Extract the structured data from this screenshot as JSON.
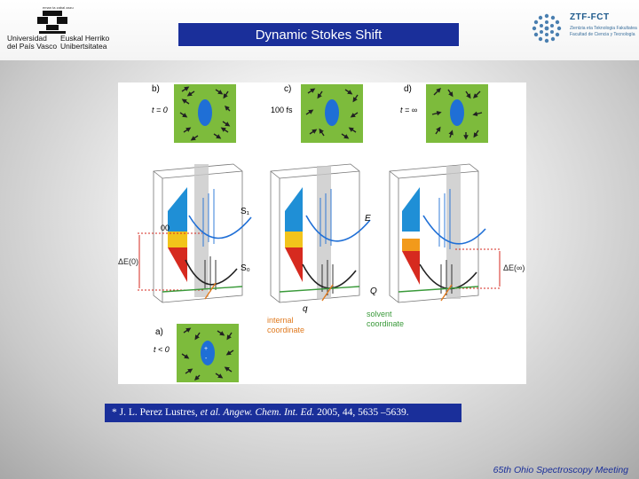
{
  "header": {
    "upv_logo": {
      "small_label": "eman ta zabal zazu",
      "line1_left": "Universidad",
      "line2_left": "del País Vasco",
      "line1_right": "Euskal Herriko",
      "line2_right": "Unibertsitatea"
    },
    "ztf_logo": {
      "title": "ZTF-FCT",
      "line1": "Zientzia eta Teknologia Fakultatea",
      "line2": "Facultad de Ciencia y Tecnología"
    }
  },
  "slide": {
    "title": "Dynamic Stokes Shift",
    "caption": {
      "prefix": "* J. L. Perez Lustres, ",
      "italic": "et al. Angew. Chem. Int. Ed.",
      "suffix": " 2005, 44, 5635 –5639."
    },
    "footer": "65th Ohio Spectroscopy Meeting"
  },
  "figure": {
    "panel_b_label": "b)",
    "panel_b_time": "t = 0",
    "panel_c_label": "c)",
    "panel_c_time": "100 fs",
    "panel_d_label": "d)",
    "panel_d_time": "t = ∞",
    "panel_a_label": "a)",
    "panel_a_time": "t < 0",
    "s1_label": "S₁",
    "s0_label": "S₀",
    "zero_zero_label": "00",
    "delta_e0_label": "ΔE(0)",
    "delta_einf_label": "ΔE(∞)",
    "e_axis_label": "E",
    "q_small_label": "q",
    "q_big_label": "Q",
    "internal_coordinate_1": "internal",
    "internal_coordinate_2": "coordinate",
    "solvent_coordinate_1": "solvent",
    "solvent_coordinate_2": "coordinate"
  },
  "colors": {
    "title_bg": "#1a2f9a",
    "caption_bg": "#1a2f9a",
    "footer_text": "#1a2f9a",
    "solvent_box_green": "#7dbb3c",
    "annotation_orange": "#e07a1f",
    "annotation_green": "#3a9a3a",
    "absorption_blue": "#1f8fd6",
    "emission_red": "#d62a1f"
  }
}
